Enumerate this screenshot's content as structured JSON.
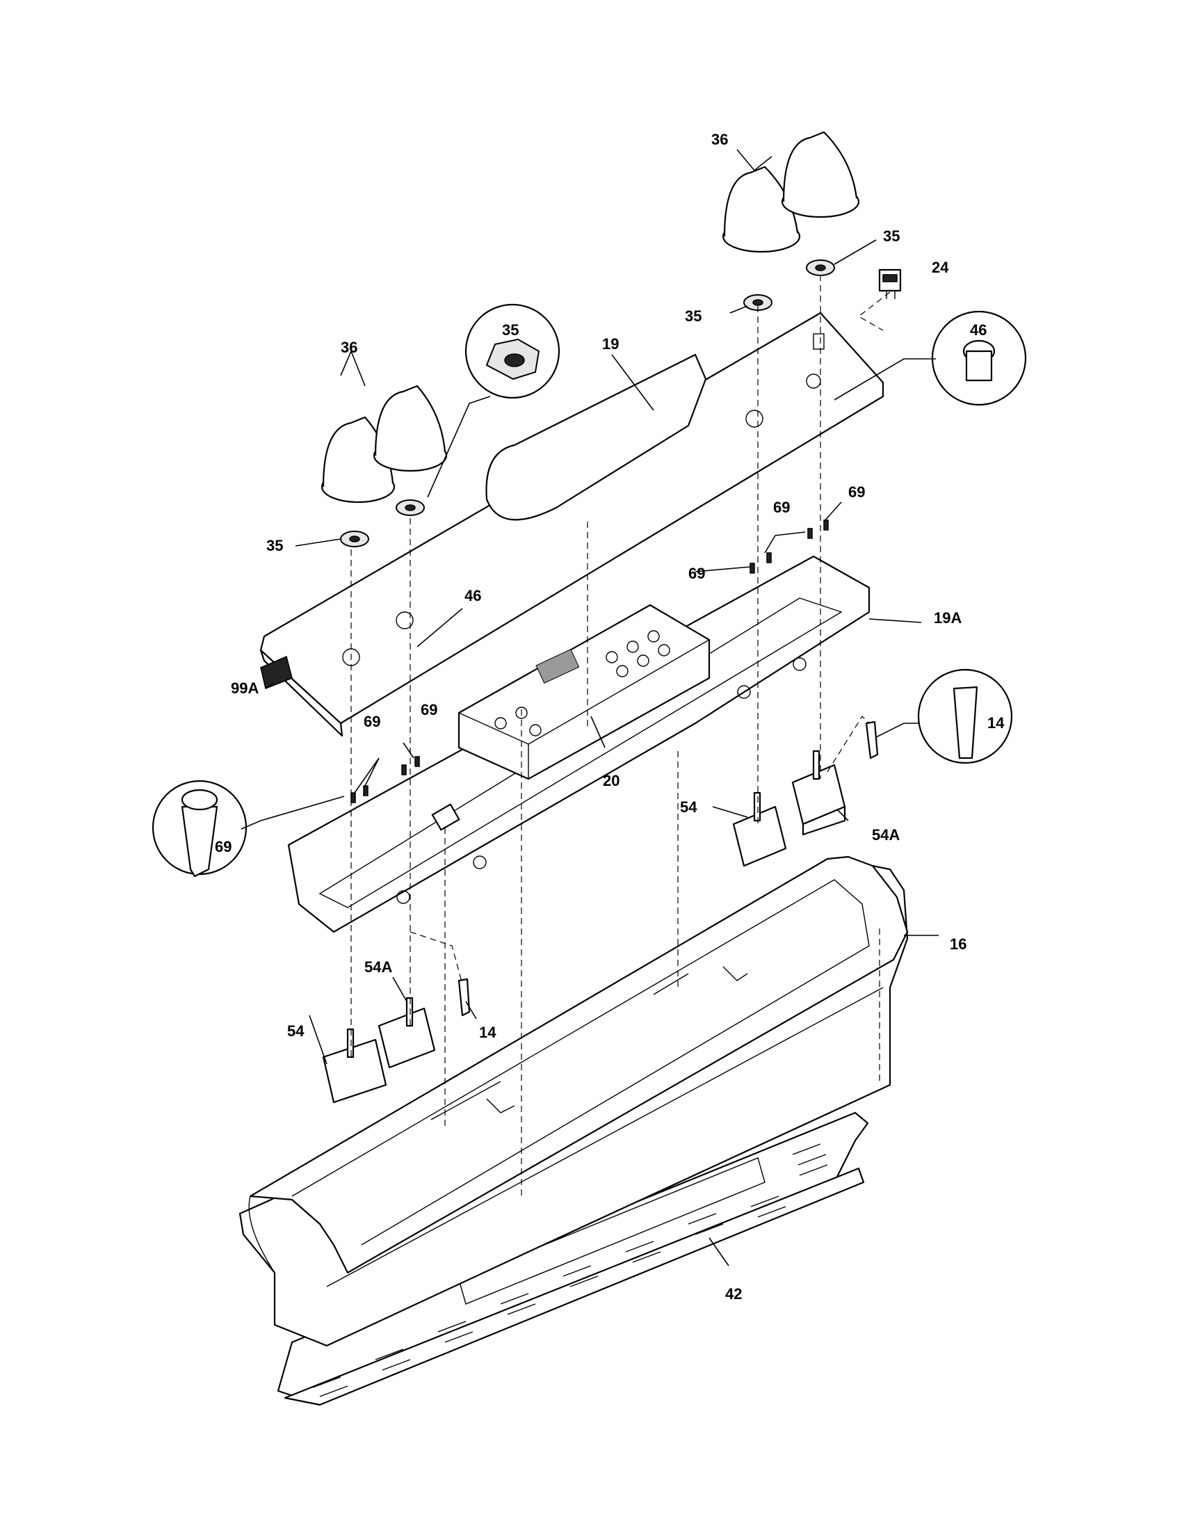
{
  "diagram": {
    "callouts": {
      "c36_top_right": "36",
      "c35_top_right": "35",
      "c24": "24",
      "c35_mid_right": "35",
      "c19": "19",
      "c46_bubble": "46",
      "c35_bubble": "35",
      "c36_top_left": "36",
      "c35_left": "35",
      "c69_a": "69",
      "c69_b": "69",
      "c69_c": "69",
      "c19A": "19A",
      "c46_panel": "46",
      "c99A": "99A",
      "c69_d": "69",
      "c69_e": "69",
      "c20": "20",
      "c14_bubble": "14",
      "c54_right": "54",
      "c54A_right": "54A",
      "c69_bubble": "69",
      "c16": "16",
      "c54A_left": "54A",
      "c54_left": "54",
      "c14_left": "14",
      "c42": "42"
    }
  }
}
